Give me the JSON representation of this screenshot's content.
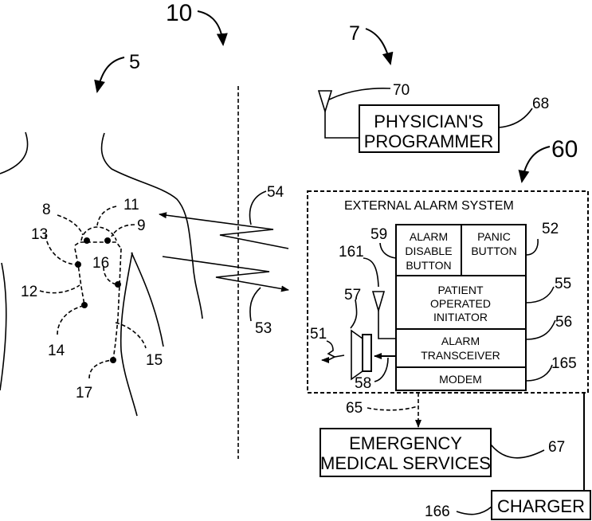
{
  "figure": {
    "system_ref": "10",
    "patient_ref": "5",
    "external_ref": "7",
    "alarm_system_ref": "60"
  },
  "patient": {
    "electrode_refs": {
      "r8": "8",
      "r9": "9",
      "r11": "11",
      "r12": "12",
      "r13": "13",
      "r14": "14",
      "r15": "15",
      "r16": "16",
      "r17": "17"
    }
  },
  "signals": {
    "uplink_ref": "54",
    "downlink_ref": "53"
  },
  "programmer": {
    "label_line1": "PHYSICIAN'S",
    "label_line2": "PROGRAMMER",
    "ref": "68",
    "antenna_ref": "70"
  },
  "alarm_system": {
    "title": "EXTERNAL ALARM SYSTEM",
    "alarm_disable": {
      "line1": "ALARM",
      "line2": "DISABLE",
      "line3": "BUTTON",
      "ref": "59"
    },
    "panic": {
      "line1": "PANIC",
      "line2": "BUTTON",
      "ref": "52"
    },
    "initiator": {
      "line1": "PATIENT",
      "line2": "OPERATED",
      "line3": "INITIATOR",
      "ref": "55"
    },
    "transceiver": {
      "line1": "ALARM",
      "line2": "TRANSCEIVER",
      "ref": "56"
    },
    "modem": {
      "label": "MODEM",
      "ref": "165"
    },
    "antenna_ref": "161",
    "speaker_ref": "57",
    "driver_ref": "58",
    "sound_ref": "51"
  },
  "ems": {
    "line1": "EMERGENCY",
    "line2": "MEDICAL SERVICES",
    "ref": "67",
    "link_ref": "65"
  },
  "charger": {
    "label": "CHARGER",
    "ref": "166"
  }
}
